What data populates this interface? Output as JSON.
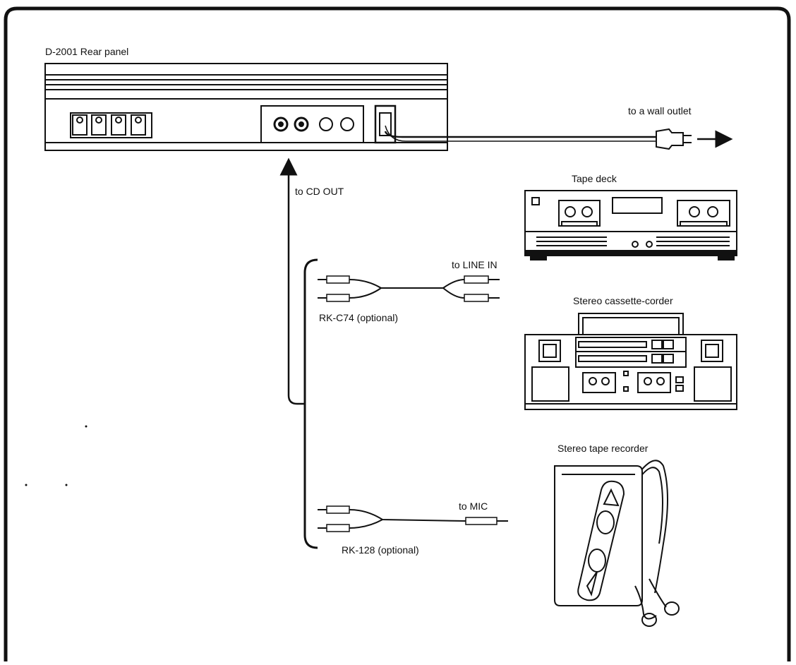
{
  "diagram": {
    "labels": {
      "rear_panel": "D-2001 Rear panel",
      "wall_outlet": "to a wall outlet",
      "cd_out": "to CD OUT",
      "tape_deck": "Tape deck",
      "line_in": "to LINE IN",
      "cable_rkc74": "RK-C74 (optional)",
      "cassette_corder": "Stereo cassette-corder",
      "tape_recorder": "Stereo tape recorder",
      "mic": "to MIC",
      "cable_rk128": "RK-128 (optional)"
    },
    "colors": {
      "ink": "#111111",
      "paper": "#ffffff"
    }
  }
}
